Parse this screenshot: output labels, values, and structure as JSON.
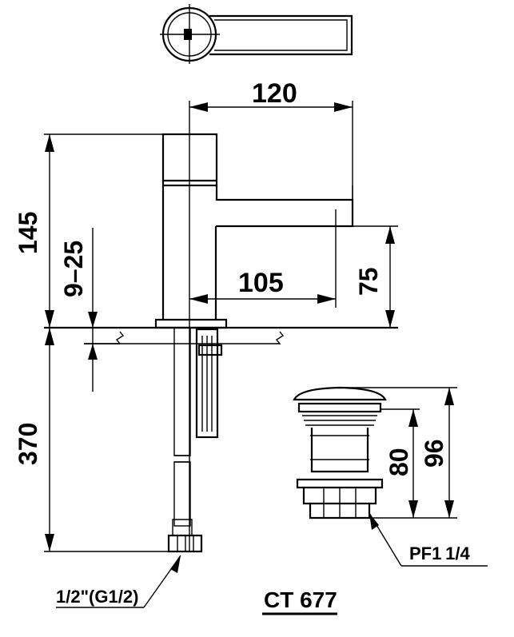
{
  "dimensions": {
    "spout_reach": "120",
    "body_height": "145",
    "deck_thickness": "9–25",
    "outlet_reach": "105",
    "outlet_height": "75",
    "hose_length": "370",
    "waste_total_height": "96",
    "waste_body_height": "80"
  },
  "labels": {
    "inlet_thread_a": "1/2",
    "inlet_thread_b": "\"(G",
    "inlet_thread_c": "1/2",
    "inlet_thread_d": ")",
    "waste_thread_a": "PF1",
    "waste_thread_b": "1/4"
  },
  "model": "CT 677"
}
